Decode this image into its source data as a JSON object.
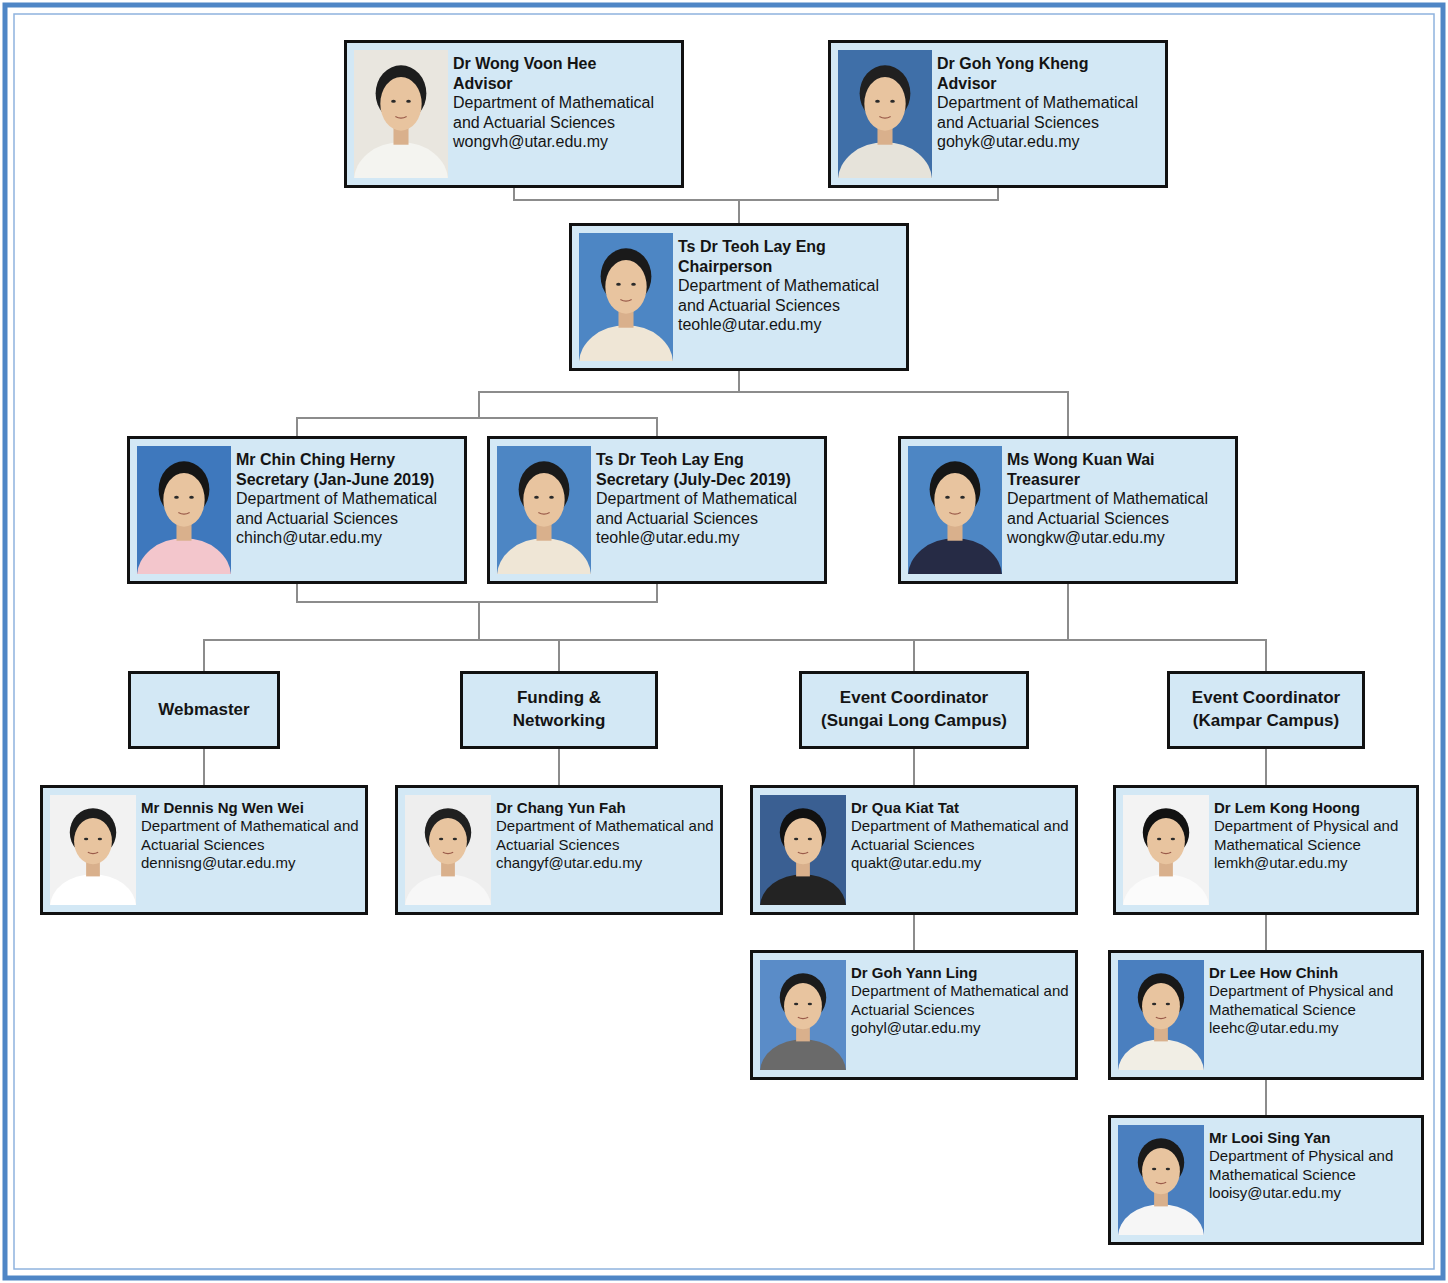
{
  "diagram": {
    "nodes": [
      {
        "text": [
          "Dr Wong Voon Hee",
          "Advisor",
          "Department of Mathematical and Actuarial Sciences",
          "wongvh@utar.edu.my"
        ]
      },
      {
        "text": [
          "Dr Goh Yong Kheng",
          "Advisor",
          "Department of Mathematical and Actuarial Sciences",
          "gohyk@utar.edu.my"
        ]
      },
      {
        "text": [
          "Ts Dr Teoh Lay Eng",
          "Chairperson",
          "Department of Mathematical and Actuarial Sciences",
          "teohle@utar.edu.my"
        ]
      },
      {
        "text": [
          "Mr Chin Ching Herny",
          "Secretary (Jan-June 2019)",
          "Department of Mathematical and Actuarial Sciences",
          "chinch@utar.edu.my"
        ]
      },
      {
        "text": [
          "Ts Dr Teoh Lay Eng",
          "Secretary (July-Dec 2019)",
          "Department of Mathematical and Actuarial Sciences",
          "teohle@utar.edu.my"
        ]
      },
      {
        "text": [
          "Ms Wong Kuan Wai",
          "Treasurer",
          "Department of Mathematical and Actuarial Sciences",
          "wongkw@utar.edu.my"
        ]
      },
      {
        "text": [
          "Webmaster"
        ]
      },
      {
        "text": [
          "Funding & Networking"
        ]
      },
      {
        "text": [
          "Event Coordinator (Sungai Long Campus)"
        ]
      },
      {
        "text": [
          "Event Coordinator (Kampar Campus)"
        ]
      },
      {
        "text": [
          "Mr Dennis Ng Wen Wei",
          "Department of Mathematical and Actuarial Sciences",
          "dennisng@utar.edu.my"
        ]
      },
      {
        "text": [
          "Dr Chang Yun Fah",
          "Department of Mathematical and Actuarial Sciences",
          "changyf@utar.edu.my"
        ]
      },
      {
        "text": [
          "Dr Qua Kiat Tat",
          "Department of Mathematical and Actuarial Sciences",
          "quakt@utar.edu.my"
        ]
      },
      {
        "text": [
          "Dr Goh Yann Ling",
          "Department of Mathematical and Actuarial Sciences",
          "gohyl@utar.edu.my"
        ]
      },
      {
        "text": [
          "Dr Lem Kong Hoong",
          "Department of Physical and Mathematical Science",
          "lemkh@utar.edu.my"
        ]
      },
      {
        "text": [
          "Dr Lee How Chinh",
          "Department of Physical and Mathematical Science",
          "leehc@utar.edu.my"
        ]
      },
      {
        "text": [
          "Mr Looi Sing Yan",
          "Department of Physical and Mathematical Science",
          "looisy@utar.edu.my"
        ]
      }
    ],
    "edges": [
      {
        "from": 0,
        "to": 2,
        "arrow": "none"
      },
      {
        "from": 1,
        "to": 2,
        "arrow": "none"
      },
      {
        "from": 2,
        "to": 3,
        "arrow": "none"
      },
      {
        "from": 2,
        "to": 4,
        "arrow": "none"
      },
      {
        "from": 2,
        "to": 5,
        "arrow": "none"
      },
      {
        "from": 3,
        "to": 6,
        "arrow": "none"
      },
      {
        "from": 3,
        "to": 7,
        "arrow": "none"
      },
      {
        "from": 3,
        "to": 8,
        "arrow": "none"
      },
      {
        "from": 3,
        "to": 9,
        "arrow": "none"
      },
      {
        "from": 4,
        "to": 6,
        "arrow": "none"
      },
      {
        "from": 4,
        "to": 7,
        "arrow": "none"
      },
      {
        "from": 4,
        "to": 8,
        "arrow": "none"
      },
      {
        "from": 4,
        "to": 9,
        "arrow": "none"
      },
      {
        "from": 5,
        "to": 6,
        "arrow": "none"
      },
      {
        "from": 5,
        "to": 7,
        "arrow": "none"
      },
      {
        "from": 5,
        "to": 8,
        "arrow": "none"
      },
      {
        "from": 5,
        "to": 9,
        "arrow": "none"
      },
      {
        "from": 6,
        "to": 10,
        "arrow": "none"
      },
      {
        "from": 7,
        "to": 11,
        "arrow": "none"
      },
      {
        "from": 8,
        "to": 12,
        "arrow": "none"
      },
      {
        "from": 12,
        "to": 13,
        "arrow": "none"
      },
      {
        "from": 9,
        "to": 14,
        "arrow": "none"
      },
      {
        "from": 14,
        "to": 15,
        "arrow": "none"
      },
      {
        "from": 15,
        "to": 16,
        "arrow": "none"
      }
    ]
  }
}
